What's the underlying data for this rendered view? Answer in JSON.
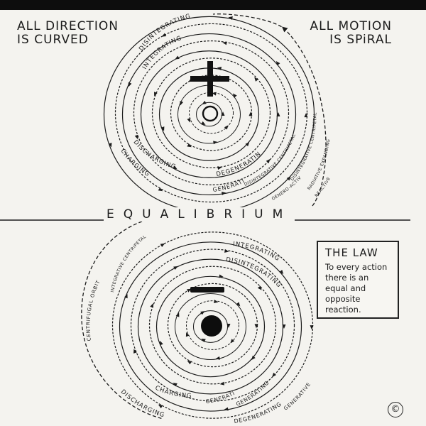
{
  "headings": {
    "left": "ALL DIRECTION\nIS CURVED",
    "right": "ALL MOTION\nIS SPiRAL"
  },
  "divider_label": "EQUALIBRIUM",
  "law_box": {
    "title": "THE LAW",
    "text": "To every action there is an equal and opposite reaction."
  },
  "upper_spiral": {
    "center_symbol": "plus",
    "labels": {
      "disintegrating": "DISINTEGRATING",
      "integrating": "INTEGRATING",
      "discharging": "DISCHARGING",
      "charging": "CHARGING",
      "degenerating": "DEGENERATING",
      "generating": "GENERATING",
      "disintegrative_centripetal": "DISINTEGRATIVE CENTRIPETAL",
      "generoactive": "GENERO-ACTIVE",
      "disintegrative_centripetal_outer": "DISINTEGRATIVE CENTRIPETAL",
      "radiative_expanding": "RADIATIVE EXPANDING",
      "reactive": "REACTIVE"
    }
  },
  "lower_spiral": {
    "center_symbol": "minus",
    "labels": {
      "integrating": "INTEGRATING",
      "disintegrating": "DISINTEGRATING",
      "integrative_centripetal": "INTEGRATIVE CENTRIPETAL",
      "centrifugal_orbit": "CENTRIFUGAL ORBIT",
      "charging": "CHARGING",
      "generating": "GENERATING",
      "generating_inner": "GENERATING",
      "generative": "GENERATIVE",
      "discharging": "DISCHARGING",
      "degenerating": "DEGENERATING"
    }
  },
  "copyright_mark": "©",
  "colors": {
    "ink": "#1b1b1b",
    "paper": "#f4f3ef"
  }
}
